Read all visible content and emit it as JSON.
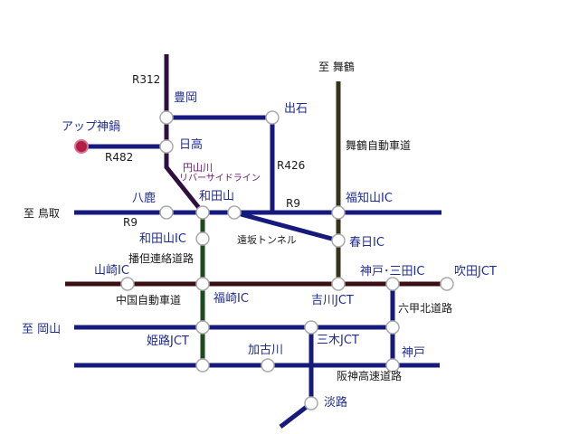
{
  "map": {
    "line_colors": {
      "main": "#161a7c",
      "bantan": "#1f4a1f",
      "maizuru": "#34341c",
      "chugoku": "#3a0f14",
      "r312": "#2e1040",
      "start": "#b01e48",
      "node_fill": "#ffffff",
      "node_stroke": "#aaaaaa"
    },
    "labels": {
      "r312": "R312",
      "toyooka": "豊岡",
      "izushi": "出石",
      "to_maizuru": "至 舞鶴",
      "app_kobe": "アップ神鍋",
      "hidaka": "日高",
      "r482": "R482",
      "maizuru_expwy": "舞鶴自動車道",
      "r426": "R426",
      "maruyama_line1": "円山川",
      "maruyama_line2": "リバーサイドライン",
      "yoka": "八鹿",
      "wadayama": "和田山",
      "r9_right": "R9",
      "fukuchiyama_ic": "福知山IC",
      "to_tottori": "至 鳥取",
      "r9_left": "R9",
      "wadayama_ic": "和田山IC",
      "tosaka_tunnel": "遠坂トンネル",
      "kasuga_ic": "春日IC",
      "bantan_road": "播但連絡道路",
      "yamasaki_ic": "山崎IC",
      "kobe_sanda_ic": "神戸･三田IC",
      "suita_jct": "吹田JCT",
      "chugoku_expwy": "中国自動車道",
      "fukusaki_ic": "福崎IC",
      "yokawa_jct": "吉川JCT",
      "rokko_kita": "六甲北道路",
      "to_okayama": "至 岡山",
      "himeji_jct": "姫路JCT",
      "miki_jct": "三木JCT",
      "kakogawa": "加古川",
      "kobe": "神戸",
      "hanshin_expwy": "阪神高速道路",
      "awaji": "淡路"
    }
  }
}
